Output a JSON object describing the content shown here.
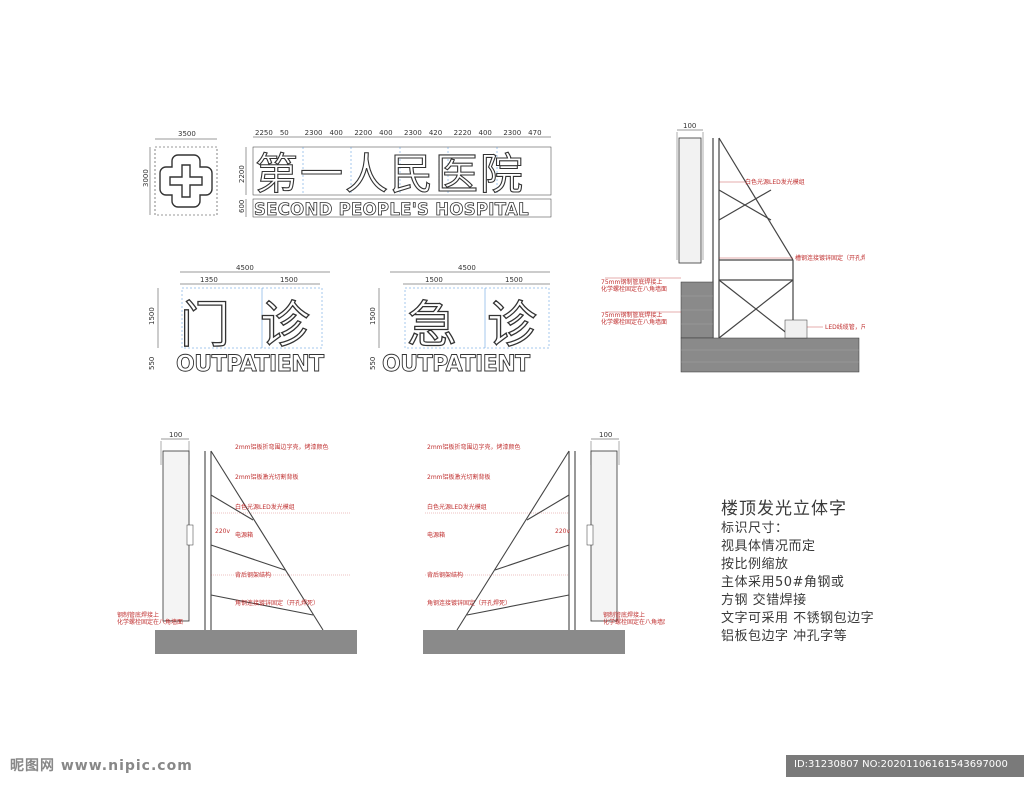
{
  "logo_sign": {
    "title_cn": "第一人民医院",
    "title_en": "SECOND PEOPLE'S HOSPITAL",
    "dim_logo_width": "3500",
    "dim_logo_height": "3000",
    "dim_text_height": "2200",
    "dim_en_height": "600",
    "dims_top": [
      "2250",
      "50",
      "2300",
      "400",
      "2200",
      "400",
      "2300",
      "420",
      "2220",
      "400",
      "2300",
      "470"
    ]
  },
  "outpatient_sign": {
    "chars": [
      "门",
      "诊"
    ],
    "en": "OUTPATIENT",
    "dim_total": "4500",
    "dim_left": "1350",
    "dim_right": "1500",
    "dim_height": "1500",
    "dim_en_height": "550"
  },
  "emergency_sign": {
    "chars": [
      "急",
      "诊"
    ],
    "en": "OUTPATIENT",
    "dim_total": "4500",
    "dim_left": "1500",
    "dim_right": "1500",
    "dim_height": "1500",
    "dim_en_height": "550"
  },
  "section_right": {
    "dim_top": "100",
    "annotations": [
      "白色光源LED发光模组",
      "槽钢连接镀锌固定（开孔焊死）",
      "75mm钢制管底焊接上",
      "化学螺栓固定在八角墙面",
      "75mm钢制管底焊接上",
      "化学螺栓固定在八角墙面",
      "LED线缆管，尺寸见图"
    ]
  },
  "section_left": {
    "dim_top": "100",
    "annotations": [
      "2mm铝板折弯围边字壳，烤漆颜色",
      "2mm铝板激光切割背板",
      "白色光源LED发光模组",
      "电源箱",
      "背后钢架结构",
      "角钢连接镀锌固定（开孔焊死）",
      "钢制管底焊接上",
      "化学螺栓固定在八角墙面"
    ],
    "dim_small": "220v"
  },
  "section_mid": {
    "dim_top": "100",
    "annotations": [
      "2mm铝板折弯围边字壳，烤漆颜色",
      "2mm铝板激光切割背板",
      "白色光源LED发光模组",
      "电源箱",
      "背后钢架结构",
      "角钢连接镀锌固定（开孔焊死）",
      "钢制管底焊接上",
      "化学螺栓固定在八角墙面"
    ],
    "dim_small": "220v"
  },
  "notes": {
    "title": "楼顶发光立体字",
    "lines": [
      "标识尺寸：",
      "视具体情况而定",
      "按比例缩放",
      "主体采用50#角钢或",
      "方钢 交错焊接",
      "文字可采用 不锈钢包边字",
      "铝板包边字 冲孔字等"
    ]
  },
  "watermark": {
    "left": "昵图网 www.nipic.com",
    "id_text": "ID:31230807 NO:20201106161543697000"
  },
  "colors": {
    "ink": "#333333",
    "guide": "#4a90d9",
    "annotation": "#c03030",
    "footer": "#7a7a7a"
  }
}
